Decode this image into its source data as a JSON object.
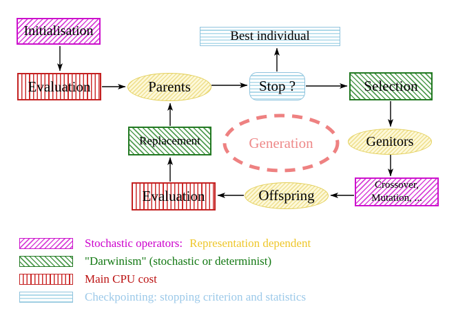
{
  "diagram": {
    "nodes": {
      "initialisation": {
        "label": "Initialisation"
      },
      "evaluation_top": {
        "label": "Evaluation"
      },
      "parents": {
        "label": "Parents"
      },
      "best_individual": {
        "label": "Best individual"
      },
      "stop": {
        "label": "Stop ?"
      },
      "selection": {
        "label": "Selection"
      },
      "genitors": {
        "label": "Genitors"
      },
      "crossover_mutation": {
        "line1": "Crossover,",
        "line2": "Mutation, ..."
      },
      "offspring": {
        "label": "Offspring"
      },
      "evaluation_bottom": {
        "label": "Evaluation"
      },
      "replacement": {
        "label": "Replacement"
      },
      "generation": {
        "label": "Generation"
      }
    },
    "edges": [
      "initialisation -> evaluation_top",
      "evaluation_top -> parents",
      "parents -> stop",
      "stop -> best_individual",
      "stop -> selection",
      "selection -> genitors",
      "genitors -> crossover_mutation",
      "crossover_mutation -> offspring",
      "offspring -> evaluation_bottom",
      "evaluation_bottom -> replacement",
      "replacement -> parents"
    ],
    "legend": {
      "items": [
        {
          "swatch": "magenta-diagonal-hatch",
          "label": "Stochastic operators:",
          "suffix": "Representation dependent"
        },
        {
          "swatch": "green-diagonal-hatch",
          "label": "\"Darwinism\" (stochastic or determinist)"
        },
        {
          "swatch": "red-vertical-lines",
          "label": "Main CPU cost"
        },
        {
          "swatch": "cyan-horizontal-lines",
          "label": "Checkpointing: stopping criterion and statistics"
        }
      ]
    },
    "colors": {
      "magenta": "#cc10cc",
      "green": "#217821",
      "red": "#c32020",
      "cyan_border": "#8fc3dd",
      "cyan_stripe": "#aed9e9",
      "yellow_border": "#e3cf58",
      "salmon": "#ee8181",
      "gold_text": "#eec62a",
      "green_text": "#117711",
      "red_text": "#bb1111",
      "cyan_text": "#9cc9e9",
      "magenta_text": "#cc00cc"
    }
  }
}
